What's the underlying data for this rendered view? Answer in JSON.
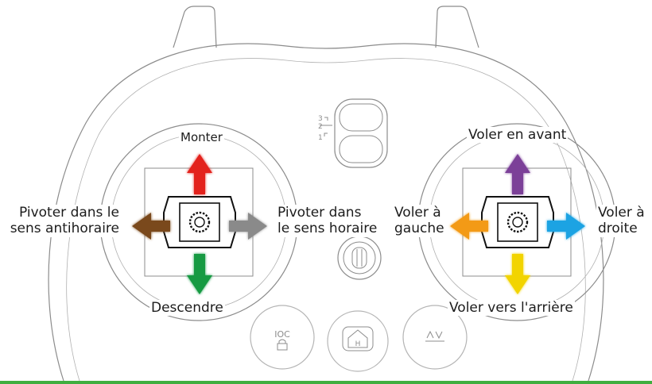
{
  "diagram": {
    "left_stick": {
      "up": "Monter",
      "down": "Descendre",
      "left_line1": "Pivoter dans le",
      "left_line2": "sens antihoraire",
      "right_line1": "Pivoter dans",
      "right_line2": "le sens horaire"
    },
    "right_stick": {
      "up": "Voler en avant",
      "down": "Voler vers l'arrière",
      "left_line1": "Voler à",
      "left_line2": "gauche",
      "right_line1": "Voler à",
      "right_line2": "droite"
    },
    "mode_switch": {
      "positions": [
        "3",
        "2",
        "1"
      ]
    },
    "buttons": {
      "ioc_line1": "IOC",
      "home_letter": "H"
    }
  },
  "colors": {
    "up_left": "#e3231f",
    "down_left": "#139a43",
    "left_left": "#7a4a1e",
    "right_left": "#8a8a8a",
    "up_right": "#7b3f98",
    "down_right": "#f2d400",
    "left_right": "#f39a14",
    "right_right": "#1aa3e3",
    "outline": "#8c8c8c",
    "bottom_bar": "#3fae3f"
  }
}
